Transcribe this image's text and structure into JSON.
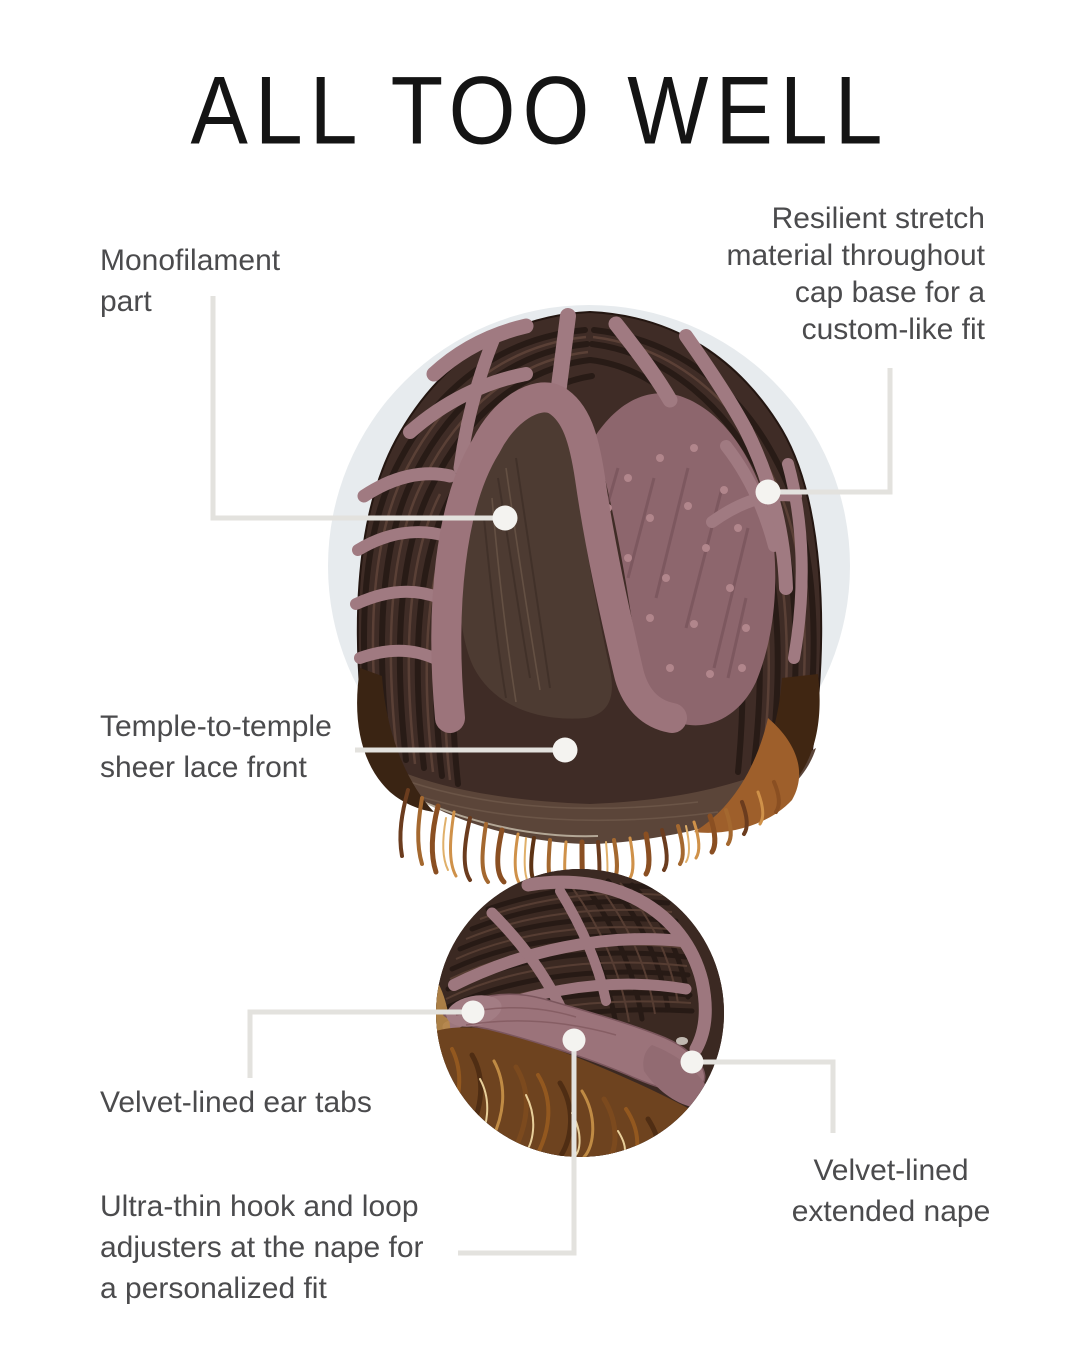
{
  "title": "ALL TOO WELL",
  "callouts": {
    "monofilament_part": "Monofilament\npart",
    "resilient_stretch": "Resilient stretch\nmaterial throughout\ncap base for a\ncustom-like fit",
    "lace_front": "Temple-to-temple\nsheer lace front",
    "ear_tabs": "Velvet-lined ear tabs",
    "nape_adjusters": "Ultra-thin hook and loop\nadjusters at the nape for\na personalized fit",
    "extended_nape": "Velvet-lined\nextended nape"
  },
  "figures": {
    "front_view": "wig cap interior, front view",
    "back_view": "wig cap interior, back/side view"
  },
  "colors": {
    "title_text": "#141414",
    "label_text": "#4b4b4d",
    "leader_line": "#e3e2de",
    "leader_dot": "#f4f3f0",
    "background_circle": "#e7ebee",
    "cap_strap_mauve": "#9c747b",
    "cap_weft_brown": "#3f2c26",
    "monofilament_lace": "#4d3b32",
    "hair_auburn": "#a2622d"
  }
}
